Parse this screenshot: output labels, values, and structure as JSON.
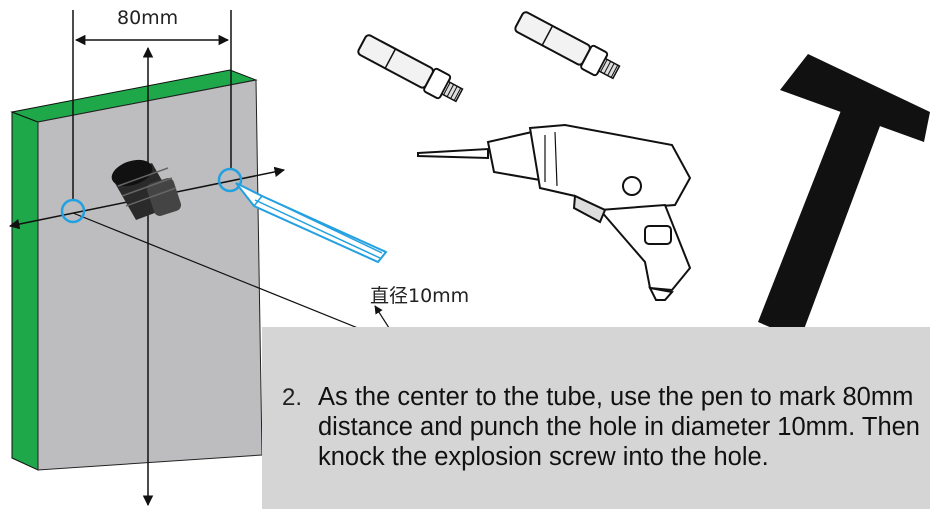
{
  "labels": {
    "hole_spacing": "80mm",
    "hole_diameter": "直径10mm"
  },
  "instruction": {
    "number": "2.",
    "text": "As the center to the tube, use the pen to mark 80mm distance and  punch the hole in diameter 10mm. Then knock the explosion screw into the hole."
  },
  "colors": {
    "panel_face": "#bdbdbf",
    "panel_edge": "#1ea84a",
    "marker_highlight": "#22a0e0",
    "note_background": "#d5d5d5",
    "hammer": "#111111"
  },
  "icons": [
    "wall-panel",
    "tube-mount",
    "expansion-bolt",
    "marker-pen",
    "electric-drill",
    "hammer"
  ]
}
